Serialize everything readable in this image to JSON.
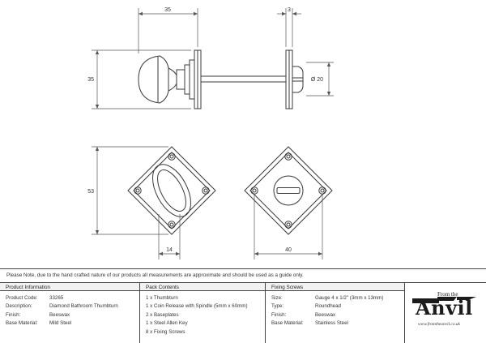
{
  "drawing": {
    "dimensions": {
      "knob_length": "35",
      "plate_thickness": "3",
      "knob_height": "35",
      "spindle_diameter": "Ø 20",
      "plate_height": "53",
      "oval_width": "14",
      "plate_width": "40"
    },
    "colors": {
      "line": "#3a3a3a",
      "dimension": "#555555"
    }
  },
  "note": "Please Note, due to the hand crafted nature of our products all measurements are approximate and should be used as a guide only.",
  "product_info": {
    "heading": "Product Information",
    "rows": [
      {
        "label": "Product Code:",
        "value": "33265"
      },
      {
        "label": "Description:",
        "value": "Diamond Bathroom Thumbturn"
      },
      {
        "label": "Finish:",
        "value": "Beeswax"
      },
      {
        "label": "Base Material:",
        "value": "Mild Steel"
      }
    ]
  },
  "pack_contents": {
    "heading": "Pack Contents",
    "items": [
      "1 x Thumbturn",
      "1 x Coin Release with Spindle (5mm x 60mm)",
      "2 x Baseplates",
      "1 x Steel Allen Key",
      "8 x Fixing Screws"
    ]
  },
  "fixing_screws": {
    "heading": "Fixing Screws",
    "rows": [
      {
        "label": "Size:",
        "value": "Gauge 4 x 1/2\" (3mm x 13mm)"
      },
      {
        "label": "Type:",
        "value": "Roundhead"
      },
      {
        "label": "Finish:",
        "value": "Beeswax"
      },
      {
        "label": "Base Material:",
        "value": "Stainless Steel"
      }
    ]
  },
  "logo": {
    "from_the": "From the",
    "wordmark": "Anvil",
    "url": "www.fromtheanvil.co.uk"
  }
}
